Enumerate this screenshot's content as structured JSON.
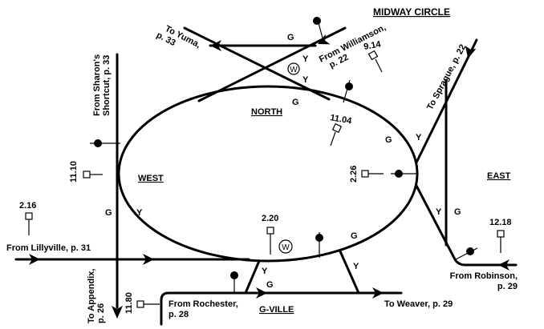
{
  "title": "MIDWAY CIRCLE",
  "areas": {
    "north": "NORTH",
    "west": "WEST",
    "east": "EAST",
    "gville": "G-VILLE"
  },
  "connections": {
    "yuma": [
      "To Yuma,",
      "p. 33"
    ],
    "williamson": [
      "From Williamson,",
      "p. 22"
    ],
    "sharon": [
      "From Sharon's",
      "Shortcut, p. 33"
    ],
    "sprague": "To Sprague, p. 22",
    "lillyville": "From Lillyville, p. 31",
    "appendix": [
      "To Appendix,",
      "p. 26"
    ],
    "rochester": [
      "From Rochester,",
      "p. 28"
    ],
    "weaver": "To Weaver, p. 29",
    "robinson": [
      "From Robinson,",
      "p. 29"
    ]
  },
  "mileposts": [
    "9.14",
    "11.04",
    "11.10",
    "2.26",
    "2.16",
    "2.20",
    "12.18",
    "11.80"
  ],
  "track_labels": {
    "green": "G",
    "yellow": "Y"
  },
  "water_label": "W"
}
